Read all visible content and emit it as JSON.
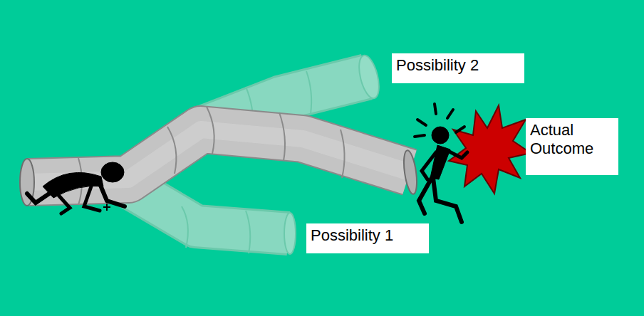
{
  "diagram": {
    "nodes": [
      {
        "text": [
          "Possibility 2"
        ]
      },
      {
        "text": [
          "Actual Outcome"
        ]
      },
      {
        "text": [
          "Possibility 1"
        ]
      }
    ]
  }
}
